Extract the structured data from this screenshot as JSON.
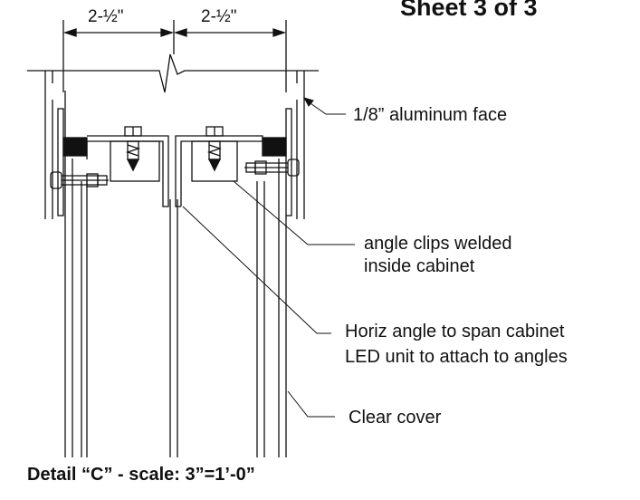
{
  "sheet": {
    "title": "Sheet 3 of 3"
  },
  "dimensions": {
    "left": "2-½\"",
    "right": "2-½\""
  },
  "callouts": [
    {
      "id": "aluminum-face",
      "text": "1/8” aluminum face"
    },
    {
      "id": "angle-clips",
      "lines": [
        "angle clips welded",
        "inside cabinet"
      ]
    },
    {
      "id": "horiz-angle",
      "lines": [
        "Horiz angle to span cabinet",
        "LED unit to attach to angles"
      ]
    },
    {
      "id": "clear-cover",
      "text": "Clear cover"
    }
  ],
  "caption": "Detail “C” - scale: 3”=1’-0”",
  "colors": {
    "line": "#111111",
    "background": "#ffffff"
  }
}
